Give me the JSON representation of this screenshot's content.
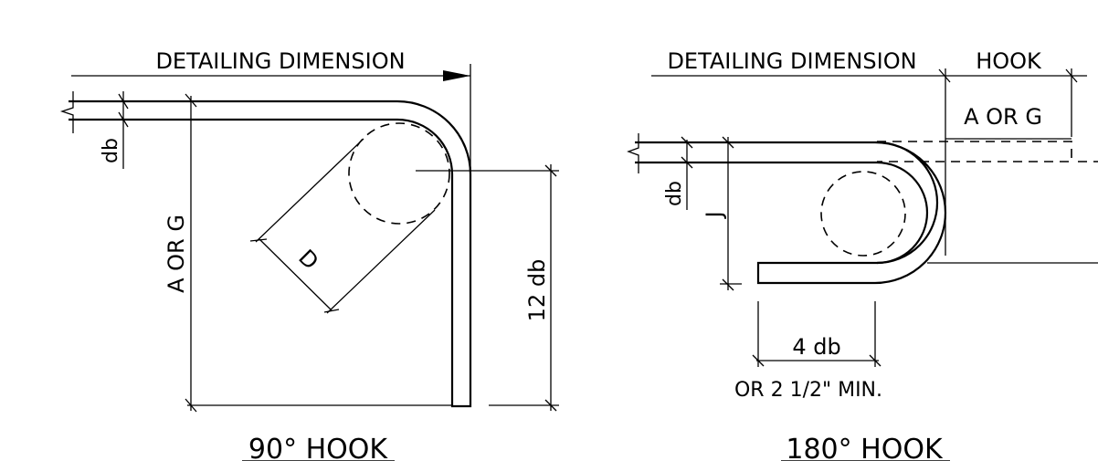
{
  "hook90": {
    "title": "90° HOOK",
    "detailing_dimension": "DETAILING DIMENSION",
    "a_or_g": "A OR G",
    "db": "db",
    "d": "D",
    "twelve_db": "12 db"
  },
  "hook180": {
    "title": "180° HOOK",
    "detailing_dimension": "DETAILING DIMENSION",
    "hook": "HOOK",
    "a_or_g": "A OR G",
    "db": "db",
    "j": "J",
    "four_db": "4 db",
    "min_note": "OR 2 1/2\" MIN."
  }
}
